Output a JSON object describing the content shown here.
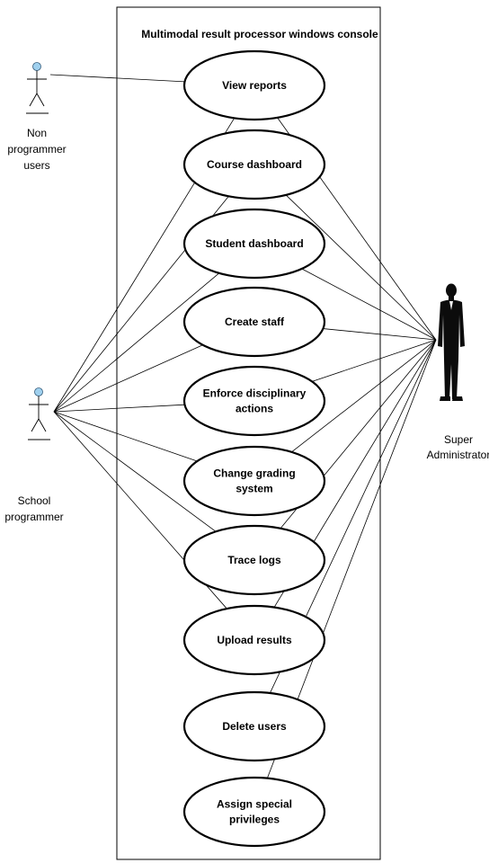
{
  "system": {
    "title": "Multimodal result processor windows console"
  },
  "actors": {
    "non_programmer": {
      "label_lines": [
        "Non",
        "programmer",
        "users"
      ]
    },
    "school_programmer": {
      "label_lines": [
        "School",
        "programmer"
      ]
    },
    "super_admin": {
      "label_lines": [
        "Super",
        "Administrator"
      ]
    }
  },
  "use_cases": [
    {
      "id": "view-reports",
      "lines": [
        "View reports"
      ]
    },
    {
      "id": "course-dashboard",
      "lines": [
        "Course dashboard"
      ]
    },
    {
      "id": "student-dashboard",
      "lines": [
        "Student dashboard"
      ]
    },
    {
      "id": "create-staff",
      "lines": [
        "Create staff"
      ]
    },
    {
      "id": "enforce-disciplinary-actions",
      "lines": [
        "Enforce disciplinary",
        "actions"
      ]
    },
    {
      "id": "change-grading-system",
      "lines": [
        "Change grading",
        "system"
      ]
    },
    {
      "id": "trace-logs",
      "lines": [
        "Trace logs"
      ]
    },
    {
      "id": "upload-results",
      "lines": [
        "Upload results"
      ]
    },
    {
      "id": "delete-users",
      "lines": [
        "Delete users"
      ]
    },
    {
      "id": "assign-special-privileges",
      "lines": [
        "Assign special",
        "privileges"
      ]
    }
  ],
  "associations": {
    "non_programmer": [
      "view-reports"
    ],
    "school_programmer": [
      "view-reports",
      "course-dashboard",
      "student-dashboard",
      "create-staff",
      "enforce-disciplinary-actions",
      "change-grading-system",
      "trace-logs",
      "upload-results"
    ],
    "super_admin": [
      "view-reports",
      "course-dashboard",
      "student-dashboard",
      "create-staff",
      "enforce-disciplinary-actions",
      "change-grading-system",
      "trace-logs",
      "upload-results",
      "delete-users",
      "assign-special-privileges"
    ]
  },
  "colors": {
    "actor_head_fill": "#9fd0ee",
    "line": "#000000",
    "background": "#ffffff"
  }
}
